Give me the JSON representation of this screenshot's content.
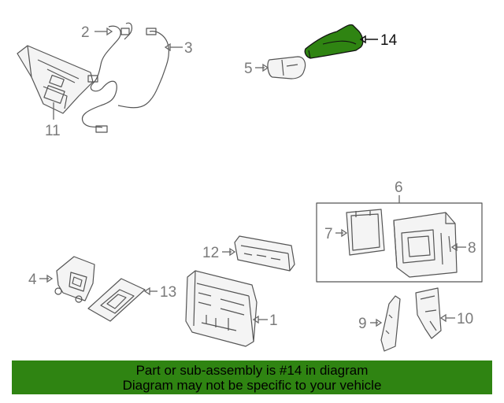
{
  "callouts": {
    "c1": "1",
    "c2": "2",
    "c3": "3",
    "c4": "4",
    "c5": "5",
    "c6": "6",
    "c7": "7",
    "c8": "8",
    "c9": "9",
    "c10": "10",
    "c11": "11",
    "c12": "12",
    "c13": "13",
    "c14": "14"
  },
  "highlight": {
    "part_number": "14",
    "color": "#2f8412"
  },
  "banner": {
    "line1": "Part or sub-assembly is #14 in diagram",
    "line2": "Diagram may not be specific to your vehicle",
    "color": "#2f8412"
  }
}
